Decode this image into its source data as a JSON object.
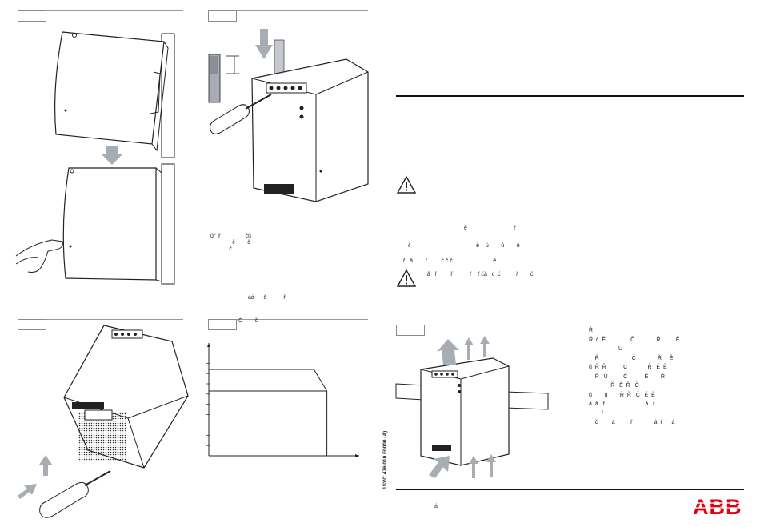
{
  "page": {
    "brand": "ABB",
    "chart_side_code": "1SVC 476 010 F0000 (A)"
  },
  "warnings": [
    {
      "icon": "warning-triangle-icon"
    },
    {
      "icon": "warning-triangle-icon"
    }
  ],
  "text_fragments": {
    "left_mid_1": "ûř  ř                ĉû",
    "left_mid_2": "              č        č",
    "left_mid_3": "            č",
    "left_mid_4": "áá      č           ř",
    "left_mid_5": "Č        č",
    "right_warn_1": "ê                              ř",
    "right_warn_2": "č                                          ě    ú        û        ê",
    "right_warn_3": "ř   ă        ř         ć č č                          ě",
    "right_warn_4": "   ă   ř         ř           ř    ř ćă   ć  ć          ř        č",
    "right_dense": "Ř\nŘ  č  Ě                Č              Ř          Ě\n                   Ú\n    Ř                     Č              Ř     Ě\nú  Ř  Ř           Ć             Ř   Ě  Ě\n    Ř   Ú          Č           Ě        Ř\n              Ř   Ě  Ř   Č\nú        ú        Ř  Ř   Č   Ě  Ě\nă  ă   ř                          ă   ř\n        ř\n    č         á          ř              á  ř      á",
    "bottom_left": "á"
  },
  "chart_data": {
    "type": "line",
    "title": "",
    "xlabel": "",
    "ylabel": "",
    "series": [
      {
        "x": [
          0,
          0.73,
          0.82,
          0.82
        ],
        "y": [
          0.8,
          0.8,
          0.6,
          0.0
        ]
      },
      {
        "x": [
          0,
          0.82
        ],
        "y": [
          0.6,
          0.6
        ]
      }
    ],
    "ylim": [
      0,
      1.0
    ],
    "xlim": [
      0,
      1.0
    ]
  },
  "colors": {
    "rule": "#9a9a9a",
    "arrow_gray": "#a8adb3",
    "abb_red": "#e2000f",
    "ink": "#1a1a1a"
  }
}
